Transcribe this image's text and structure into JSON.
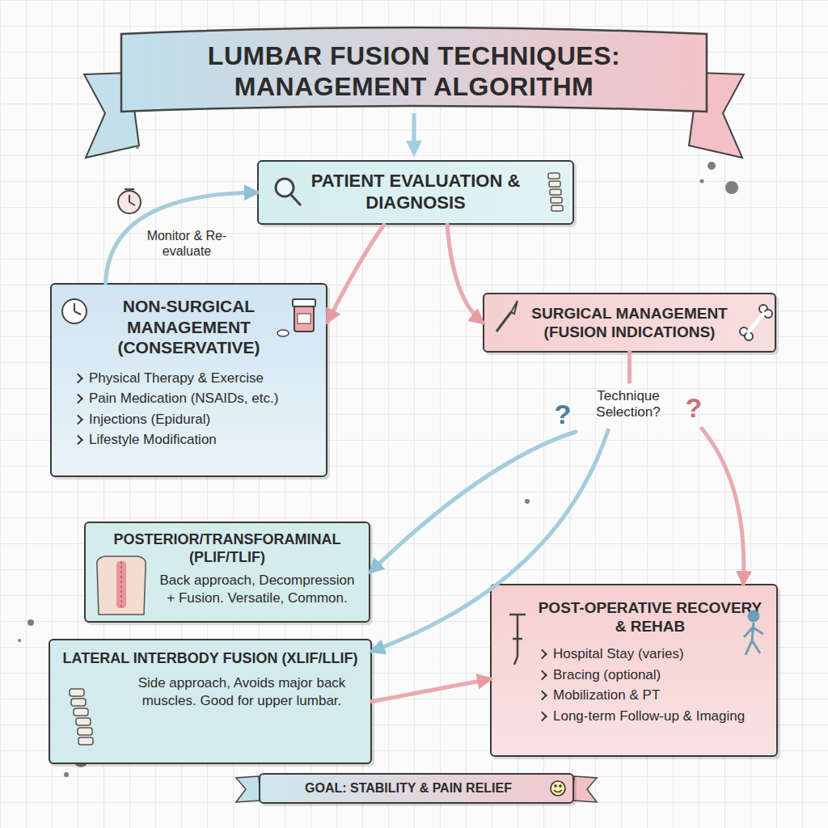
{
  "diagram": {
    "title": "LUMBAR FUSION TECHNIQUES: MANAGEMENT ALGORITHM",
    "nodes": [
      {
        "text": [
          "PATIENT EVALUATION & DIAGNOSIS"
        ]
      },
      {
        "text": [
          "NON-SURGICAL MANAGEMENT (CONSERVATIVE)",
          "Physical Therapy & Exercise",
          "Pain Medication (NSAIDs, etc.)",
          "Injections (Epidural)",
          "Lifestyle Modification"
        ]
      },
      {
        "text": [
          "SURGICAL MANAGEMENT (FUSION INDICATIONS)"
        ]
      },
      {
        "text": [
          "POSTERIOR/TRANSFORAMINAL (PLIF/TLIF)",
          "Back approach, Decompression + Fusion. Versatile, Common."
        ]
      },
      {
        "text": [
          "LATERAL INTERBODY FUSION (XLIF/LLIF)",
          "Side approach, Avoids major back muscles. Good for upper lumbar."
        ]
      },
      {
        "text": [
          "POST-OPERATIVE RECOVERY & REHAB",
          "Hospital Stay (varies)",
          "Bracing (optional)",
          "Mobilization & PT",
          "Long-term Follow-up & Imaging"
        ]
      },
      {
        "text": [
          "GOAL: STABILITY & PAIN RELIEF"
        ]
      }
    ],
    "edges": [
      {
        "from": 0,
        "to": 1,
        "arrow": "to"
      },
      {
        "from": 0,
        "to": 2,
        "arrow": "to"
      },
      {
        "from": 1,
        "to": 0,
        "label": "Monitor & Re-evaluate",
        "arrow": "to"
      },
      {
        "from": 2,
        "to": 3,
        "arrow": "to"
      },
      {
        "from": 2,
        "to": 4,
        "arrow": "to"
      },
      {
        "from": 2,
        "to": 5,
        "arrow": "to"
      },
      {
        "from": 4,
        "to": 5,
        "arrow": "to"
      }
    ],
    "labels": [
      "?",
      "Technique Selection?",
      "?"
    ]
  }
}
